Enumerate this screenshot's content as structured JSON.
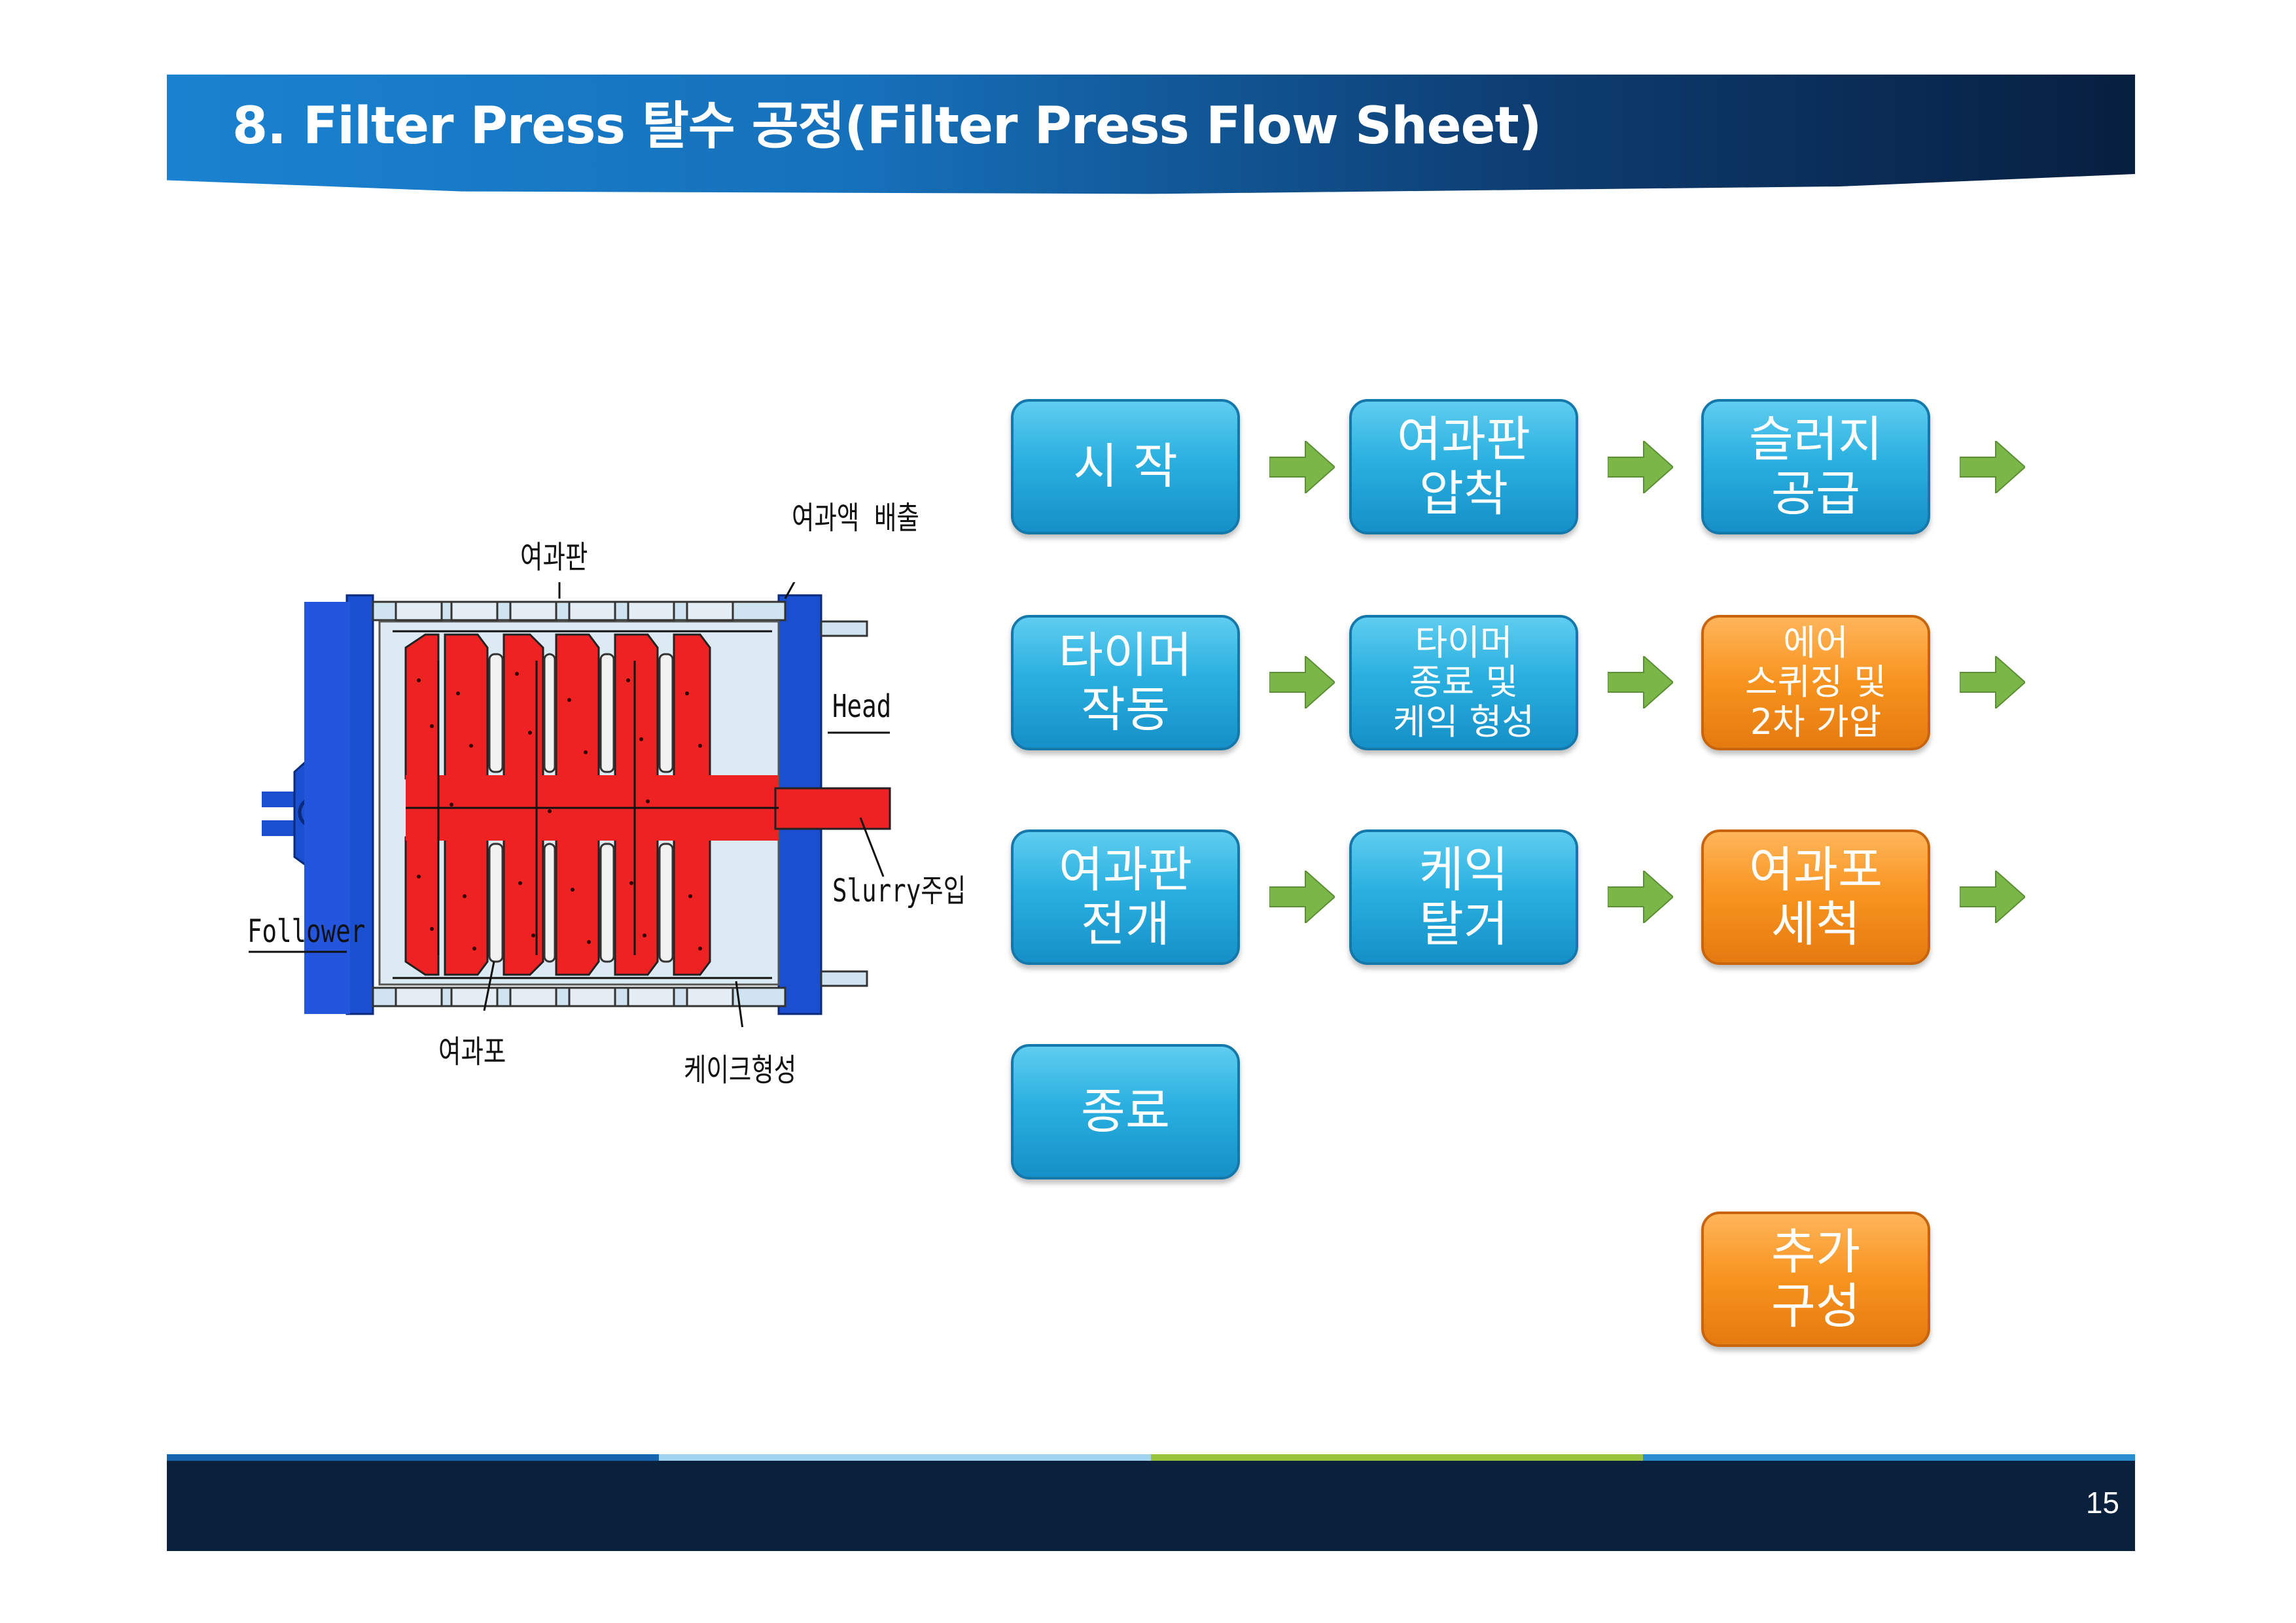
{
  "header": {
    "title": "8. Filter Press 탈수 공정(Filter Press Flow Sheet)"
  },
  "diagram": {
    "labels": {
      "discharge": "여과액 배출",
      "plate": "여과판",
      "head": "Head",
      "slurry": "Slurry주입",
      "follower": "Follower",
      "cloth": "여과포",
      "cake": "케이크형성"
    }
  },
  "flow": {
    "start": "시 작",
    "plate_press": "여과판\n압착",
    "slurry_feed": "슬러지\n공급",
    "timer_run": "타이머\n작동",
    "timer_end": "타이머\n종료 및\n케익 형성",
    "air_squeeze": "에어\n스퀴징 및\n2차 가압",
    "plate_open": "여과판\n전개",
    "cake_remove": "케익\n탈거",
    "cloth_wash": "여과포\n세척",
    "end": "종료",
    "extra": "추가\n구성"
  },
  "colors": {
    "flow_blue": "#2ab0e0",
    "flow_orange": "#f7931e",
    "arrow_green": "#7ab648",
    "slurry_red": "#ee2222",
    "frame_blue": "#1a4fd0"
  },
  "footer": {
    "page": "15"
  }
}
